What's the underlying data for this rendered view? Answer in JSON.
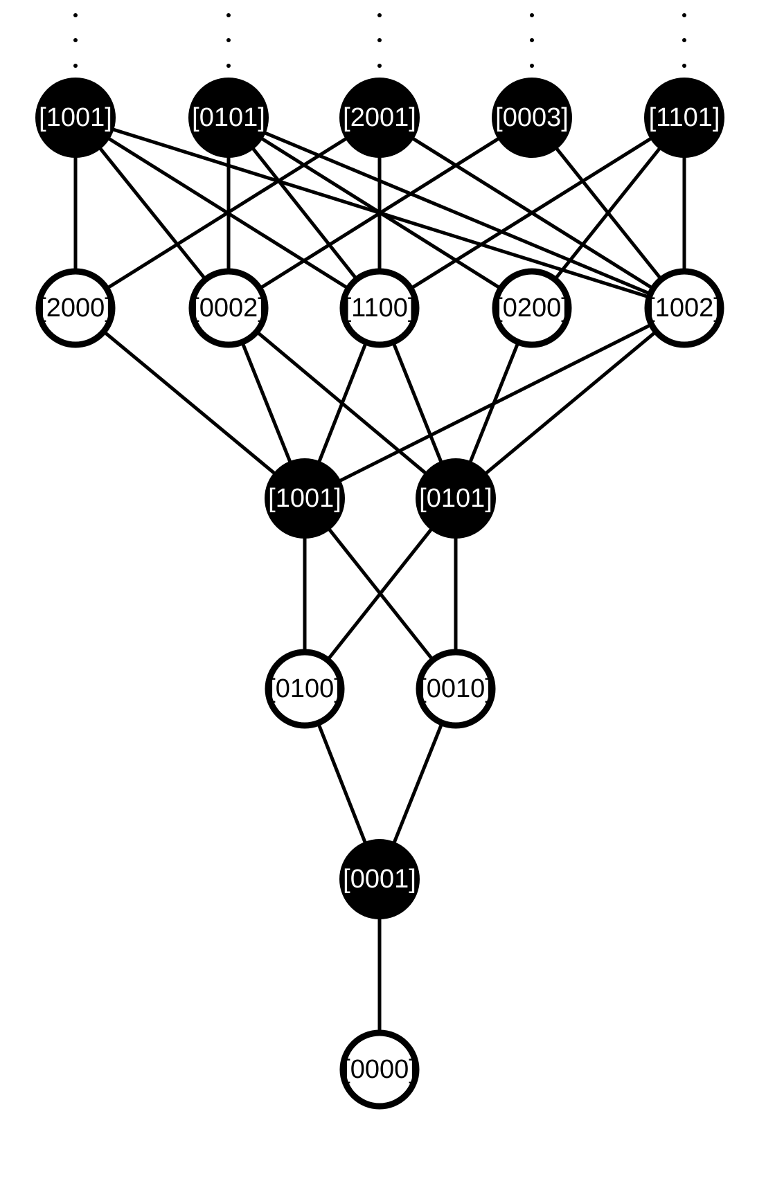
{
  "diagram": {
    "node_fill_colors": {
      "filled": "#000000",
      "hollow": "#ffffff",
      "stroke": "#000000"
    },
    "nodes": [
      {
        "id": "top-1001",
        "label": "[1001]",
        "style": "filled"
      },
      {
        "id": "top-0101",
        "label": "[0101]",
        "style": "filled"
      },
      {
        "id": "top-2001",
        "label": "[2001]",
        "style": "filled"
      },
      {
        "id": "top-0003",
        "label": "[0003]",
        "style": "filled"
      },
      {
        "id": "top-1101",
        "label": "[1101]",
        "style": "filled"
      },
      {
        "id": "r2-2000",
        "label": "[2000]",
        "style": "hollow"
      },
      {
        "id": "r2-0002",
        "label": "[0002]",
        "style": "hollow"
      },
      {
        "id": "r2-1100",
        "label": "[1100]",
        "style": "hollow"
      },
      {
        "id": "r2-0200",
        "label": "[0200]",
        "style": "hollow"
      },
      {
        "id": "r2-1002",
        "label": "[1002]",
        "style": "hollow"
      },
      {
        "id": "r3-1001",
        "label": "[1001]",
        "style": "filled"
      },
      {
        "id": "r3-0101",
        "label": "[0101]",
        "style": "filled"
      },
      {
        "id": "r4-0100",
        "label": "[0100]",
        "style": "hollow"
      },
      {
        "id": "r4-0010",
        "label": "[0010]",
        "style": "hollow"
      },
      {
        "id": "r5-0001",
        "label": "[0001]",
        "style": "filled"
      },
      {
        "id": "r6-0000",
        "label": "[0000]",
        "style": "hollow"
      }
    ],
    "edges": [
      [
        "top-1001",
        "r2-2000"
      ],
      [
        "top-1001",
        "r2-0002"
      ],
      [
        "top-1001",
        "r2-1100"
      ],
      [
        "top-1001",
        "r2-1002"
      ],
      [
        "top-0101",
        "r2-0002"
      ],
      [
        "top-0101",
        "r2-1100"
      ],
      [
        "top-0101",
        "r2-0200"
      ],
      [
        "top-0101",
        "r2-1002"
      ],
      [
        "top-2001",
        "r2-2000"
      ],
      [
        "top-2001",
        "r2-1100"
      ],
      [
        "top-2001",
        "r2-1002"
      ],
      [
        "top-0003",
        "r2-0002"
      ],
      [
        "top-0003",
        "r2-1002"
      ],
      [
        "top-1101",
        "r2-1100"
      ],
      [
        "top-1101",
        "r2-0200"
      ],
      [
        "top-1101",
        "r2-1002"
      ],
      [
        "r2-2000",
        "r3-1001"
      ],
      [
        "r2-0002",
        "r3-1001"
      ],
      [
        "r2-0002",
        "r3-0101"
      ],
      [
        "r2-1100",
        "r3-1001"
      ],
      [
        "r2-1100",
        "r3-0101"
      ],
      [
        "r2-0200",
        "r3-0101"
      ],
      [
        "r2-1002",
        "r3-1001"
      ],
      [
        "r2-1002",
        "r3-0101"
      ],
      [
        "r3-1001",
        "r4-0100"
      ],
      [
        "r3-1001",
        "r4-0010"
      ],
      [
        "r3-0101",
        "r4-0100"
      ],
      [
        "r3-0101",
        "r4-0010"
      ],
      [
        "r4-0100",
        "r5-0001"
      ],
      [
        "r4-0010",
        "r5-0001"
      ],
      [
        "r5-0001",
        "r6-0000"
      ]
    ],
    "continuation_marker": "continuation-dots"
  }
}
